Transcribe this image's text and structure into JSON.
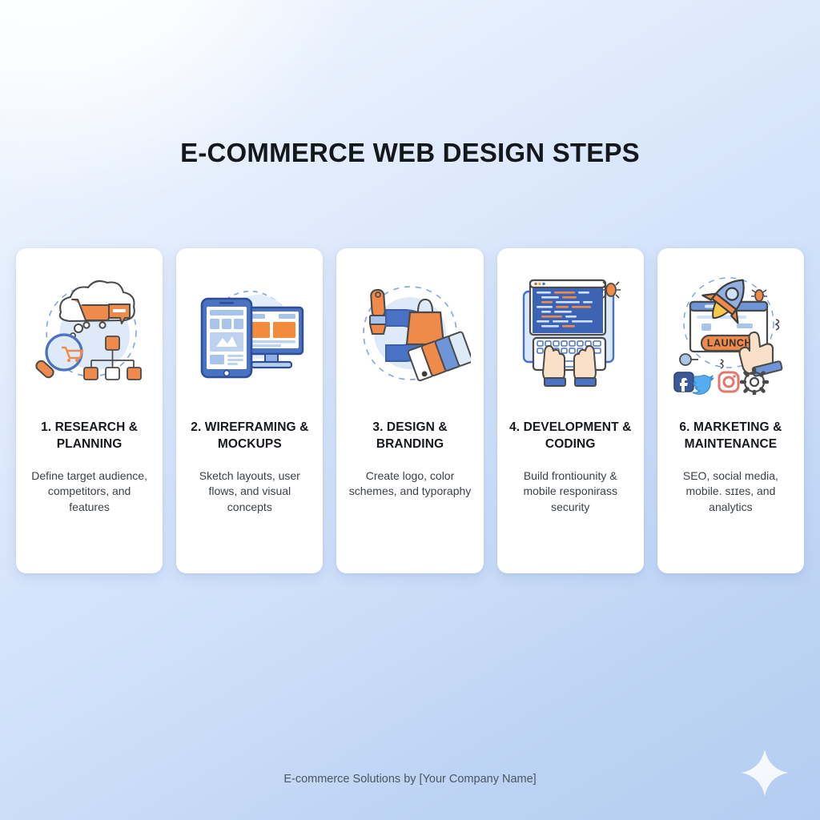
{
  "poster": {
    "title": "E-COMMERCE WEB DESIGN STEPS",
    "footer": "E-commerce Solutions by [Your Company Name]",
    "background_top": "#f3f8ff",
    "background_bottom": "#b5cdf1",
    "accent_orange": "#ee7b36",
    "accent_blue": "#4a72c4",
    "card_background": "#ffffff",
    "title_color": "#14171c"
  },
  "decorations": {
    "sparkle_label": "sparkle-star",
    "sparkle_color": "#ffffff"
  },
  "steps": [
    {
      "title": "1. RESEARCH & PLANNING",
      "description": "Define target audience, competitors, and features",
      "icon_name": "research-planning-icon",
      "icon_alt": "Thought cloud with shopping cart, magnifying glass and sitemap"
    },
    {
      "title": "2. WIREFRAMING & MOCKUPS",
      "description": "Sketch layouts, user flows, and visual concepts",
      "icon_name": "wireframing-mockups-icon",
      "icon_alt": "Tablet and desktop monitor showing wireframe layouts"
    },
    {
      "title": "3. DESIGN & BRANDING",
      "description": "Create logo, color schemes, and typoraphy",
      "icon_name": "design-branding-icon",
      "icon_alt": "Paintbrush, letter D logo, shopping bag and color swatches"
    },
    {
      "title": "4. DEVELOPMENT & CODING",
      "description": "Build frontiounity & mobile responirass security",
      "icon_name": "development-coding-icon",
      "icon_alt": "Laptop with code editor and hands typing on keyboard"
    },
    {
      "title": "6. MARKETING & MAINTENANCE",
      "description": "SEO, social media, mobile. sɪɪes, and analytics",
      "icon_name": "marketing-maintenance-icon",
      "icon_alt": "Rocket launching from browser window with LAUNCH button and social media icons"
    }
  ]
}
